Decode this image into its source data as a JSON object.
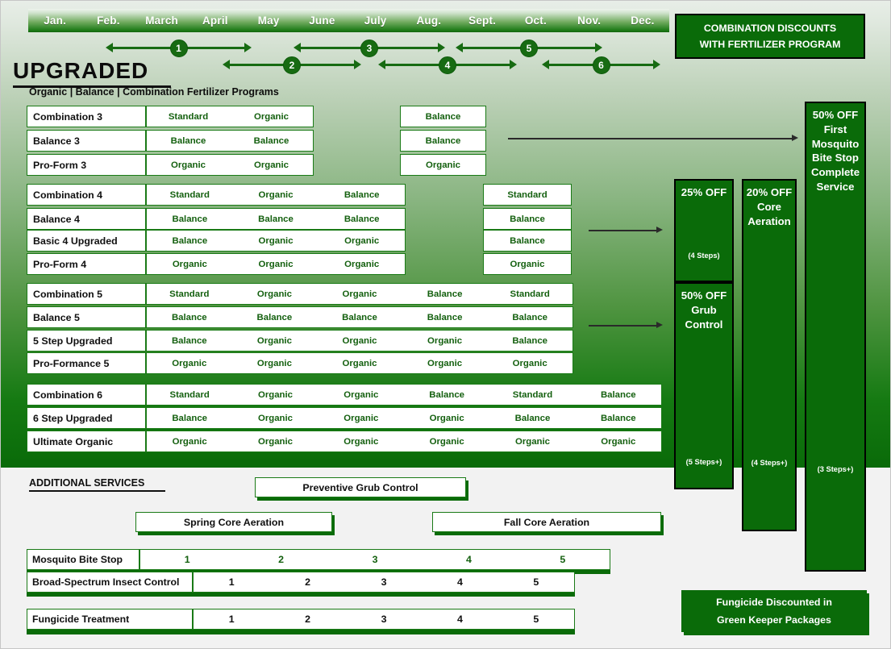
{
  "months": [
    "Jan.",
    "Feb.",
    "March",
    "April",
    "May",
    "June",
    "July",
    "Aug.",
    "Sept.",
    "Oct.",
    "Nov.",
    "Dec."
  ],
  "timeline_arrows": [
    {
      "label": "1"
    },
    {
      "label": "2"
    },
    {
      "label": "3"
    },
    {
      "label": "4"
    },
    {
      "label": "5"
    },
    {
      "label": "6"
    }
  ],
  "heading": {
    "title": "UPGRADED",
    "subtitle": "Organic | Balance | Combination Fertilizer Programs"
  },
  "combo_discounts_box": {
    "line1": "COMBINATION DISCOUNTS",
    "line2": "WITH FERTILIZER PROGRAM"
  },
  "groups": [
    {
      "id": "three-step",
      "rows": [
        {
          "name": "Combination 3",
          "cells": [
            "Standard",
            "Organic"
          ],
          "detached": "Balance"
        },
        {
          "name": "Balance 3",
          "cells": [
            "Balance",
            "Balance"
          ],
          "detached": "Balance"
        },
        {
          "name": "Pro-Form 3",
          "cells": [
            "Organic",
            "Organic"
          ],
          "detached": "Organic"
        }
      ]
    },
    {
      "id": "four-step",
      "rows": [
        {
          "name": "Combination 4",
          "cells": [
            "Standard",
            "Organic",
            "Balance"
          ],
          "detached": "Standard"
        },
        {
          "name": "Balance  4",
          "cells": [
            "Balance",
            "Balance",
            "Balance"
          ],
          "detached": "Balance"
        },
        {
          "name": "Basic 4 Upgraded",
          "cells": [
            "Balance",
            "Organic",
            "Organic"
          ],
          "detached": "Balance"
        },
        {
          "name": "Pro-Form 4",
          "cells": [
            "Organic",
            "Organic",
            "Organic"
          ],
          "detached": "Organic"
        }
      ]
    },
    {
      "id": "five-step",
      "rows": [
        {
          "name": "Combination 5",
          "cells": [
            "Standard",
            "Organic",
            "Organic",
            "Balance",
            "Standard"
          ]
        },
        {
          "name": "Balance 5",
          "cells": [
            "Balance",
            "Balance",
            "Balance",
            "Balance",
            "Balance"
          ]
        },
        {
          "name": "5 Step Upgraded",
          "cells": [
            "Balance",
            "Organic",
            "Organic",
            "Organic",
            "Balance"
          ]
        },
        {
          "name": "Pro-Formance 5",
          "cells": [
            "Organic",
            "Organic",
            "Organic",
            "Organic",
            "Organic"
          ]
        }
      ]
    },
    {
      "id": "six-step",
      "rows": [
        {
          "name": "Combination 6",
          "cells": [
            "Standard",
            "Organic",
            "Organic",
            "Balance",
            "Standard",
            "Balance"
          ]
        },
        {
          "name": "6 Step Upgraded",
          "cells": [
            "Balance",
            "Organic",
            "Organic",
            "Organic",
            "Balance",
            "Balance"
          ]
        },
        {
          "name": "Ultimate Organic",
          "cells": [
            "Organic",
            "Organic",
            "Organic",
            "Organic",
            "Organic",
            "Organic"
          ]
        }
      ]
    }
  ],
  "discount_columns": [
    {
      "id": "core-aeration-25",
      "headline": "25% OFF",
      "sub": "",
      "steps": "(4 Steps)"
    },
    {
      "id": "grub-control-50",
      "headline": "50% OFF",
      "sub": "Grub\nControl",
      "steps": "(5 Steps+)"
    },
    {
      "id": "core-aeration-20",
      "headline": "20% OFF",
      "sub": "Core\nAeration",
      "steps": "(4 Steps+)"
    },
    {
      "id": "mosquito-bite-stop-50",
      "headline": "50% OFF",
      "sub": "First\nMosquito\nBite Stop\nComplete\nService",
      "steps": "(3 Steps+)"
    }
  ],
  "additional_services": {
    "title": "ADDITIONAL SERVICES",
    "bars": [
      {
        "id": "preventive-grub-control",
        "label": "Preventive Grub Control"
      },
      {
        "id": "spring-core-aeration",
        "label": "Spring Core Aeration"
      },
      {
        "id": "fall-core-aeration",
        "label": "Fall Core Aeration"
      }
    ],
    "numbered_rows": [
      {
        "id": "mosquito-bite-stop",
        "name": "Mosquito Bite Stop",
        "numbers": [
          "1",
          "2",
          "3",
          "4",
          "5"
        ],
        "color": "#14600f"
      },
      {
        "id": "broad-spectrum-insect-control",
        "name": "Broad-Spectrum Insect Control",
        "numbers": [
          "1",
          "2",
          "3",
          "4",
          "5"
        ],
        "color": "#101010"
      },
      {
        "id": "fungicide-treatment",
        "name": "Fungicide Treatment",
        "numbers": [
          "1",
          "2",
          "3",
          "4",
          "5"
        ],
        "color": "#101010"
      }
    ]
  },
  "fungicide_note": {
    "line1": "Fungicide Discounted in",
    "line2": "Green Keeper Packages"
  },
  "colors": {
    "brand_green": "#0a6b09",
    "border_green": "#1a7a16",
    "cell_text_green": "#14600f",
    "white": "#ffffff"
  }
}
